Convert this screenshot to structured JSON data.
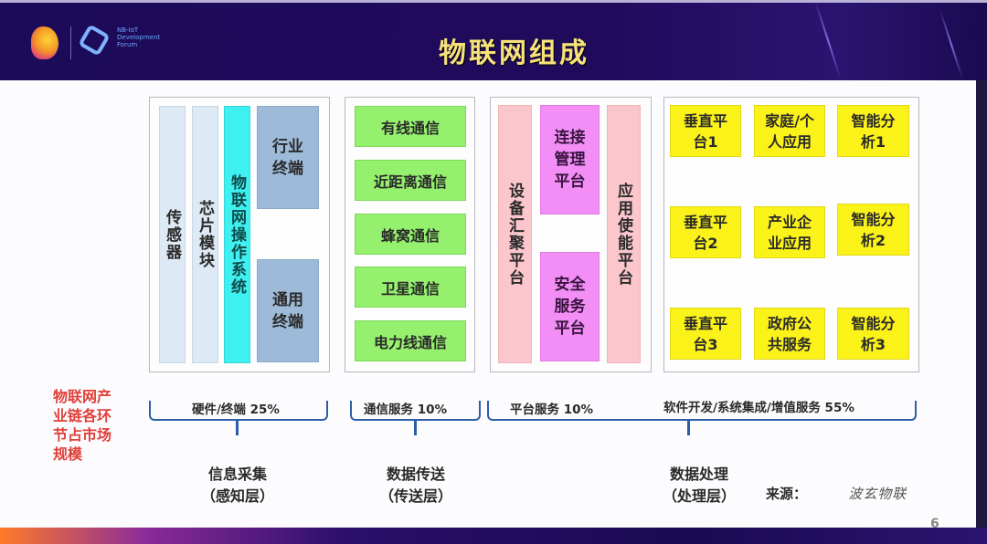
{
  "header": {
    "logo_text": [
      "NB-IoT",
      "Development",
      "Forum"
    ],
    "title": "物联网组成"
  },
  "panels": {
    "perception": {
      "sensor": "传感器",
      "chip_module": "芯片模块",
      "iot_os": "物联网操作系统",
      "industry_terminal": "行业终端",
      "general_terminal": "通用终端"
    },
    "transport": {
      "items": [
        "有线通信",
        "近距离通信",
        "蜂窝通信",
        "卫星通信",
        "电力线通信"
      ]
    },
    "platform": {
      "device_aggregation": "设备汇聚平台",
      "connection_mgmt": "连接管理平台",
      "security_service": "安全服务平台",
      "app_enablement": "应用使能平台"
    },
    "applications": {
      "grid": [
        [
          "垂直平台1",
          "家庭/个人应用",
          "智能分析1"
        ],
        [
          "垂直平台2",
          "产业企业应用",
          "智能分析2"
        ],
        [
          "垂直平台3",
          "政府公共服务",
          "智能分析3"
        ]
      ]
    }
  },
  "market_share": {
    "hardware": "硬件/终端 25%",
    "communication": "通信服务 10%",
    "platform": "平台服务 10%",
    "software": "软件开发/系统集成/增值服务 55%"
  },
  "sidenote": "物联网产业链各环节占市场规模",
  "layers": {
    "perception": [
      "信息采集",
      "（感知层）"
    ],
    "transport": [
      "数据传送",
      "（传送层）"
    ],
    "processing": [
      "数据处理",
      "（处理层）"
    ]
  },
  "source": {
    "label": "来源：",
    "watermark": "波玄物联"
  },
  "page_number": "6",
  "colors": {
    "title": "#f7e27a",
    "header_bg": "#1c0b58",
    "green_box": "#95f06e",
    "yellow_box": "#fbf21a",
    "magenta_box": "#f28ef6",
    "pink_box": "#fbc6cc",
    "cyan_box": "#3ff0f0",
    "bracket": "#2d5ea8",
    "sidenote": "#e0403a"
  },
  "chart_data": {
    "type": "table",
    "title": "物联网产业链各环节占市场规模",
    "categories": [
      "硬件/终端",
      "通信服务",
      "平台服务",
      "软件开发/系统集成/增值服务"
    ],
    "values": [
      25,
      10,
      10,
      55
    ],
    "unit": "%"
  }
}
